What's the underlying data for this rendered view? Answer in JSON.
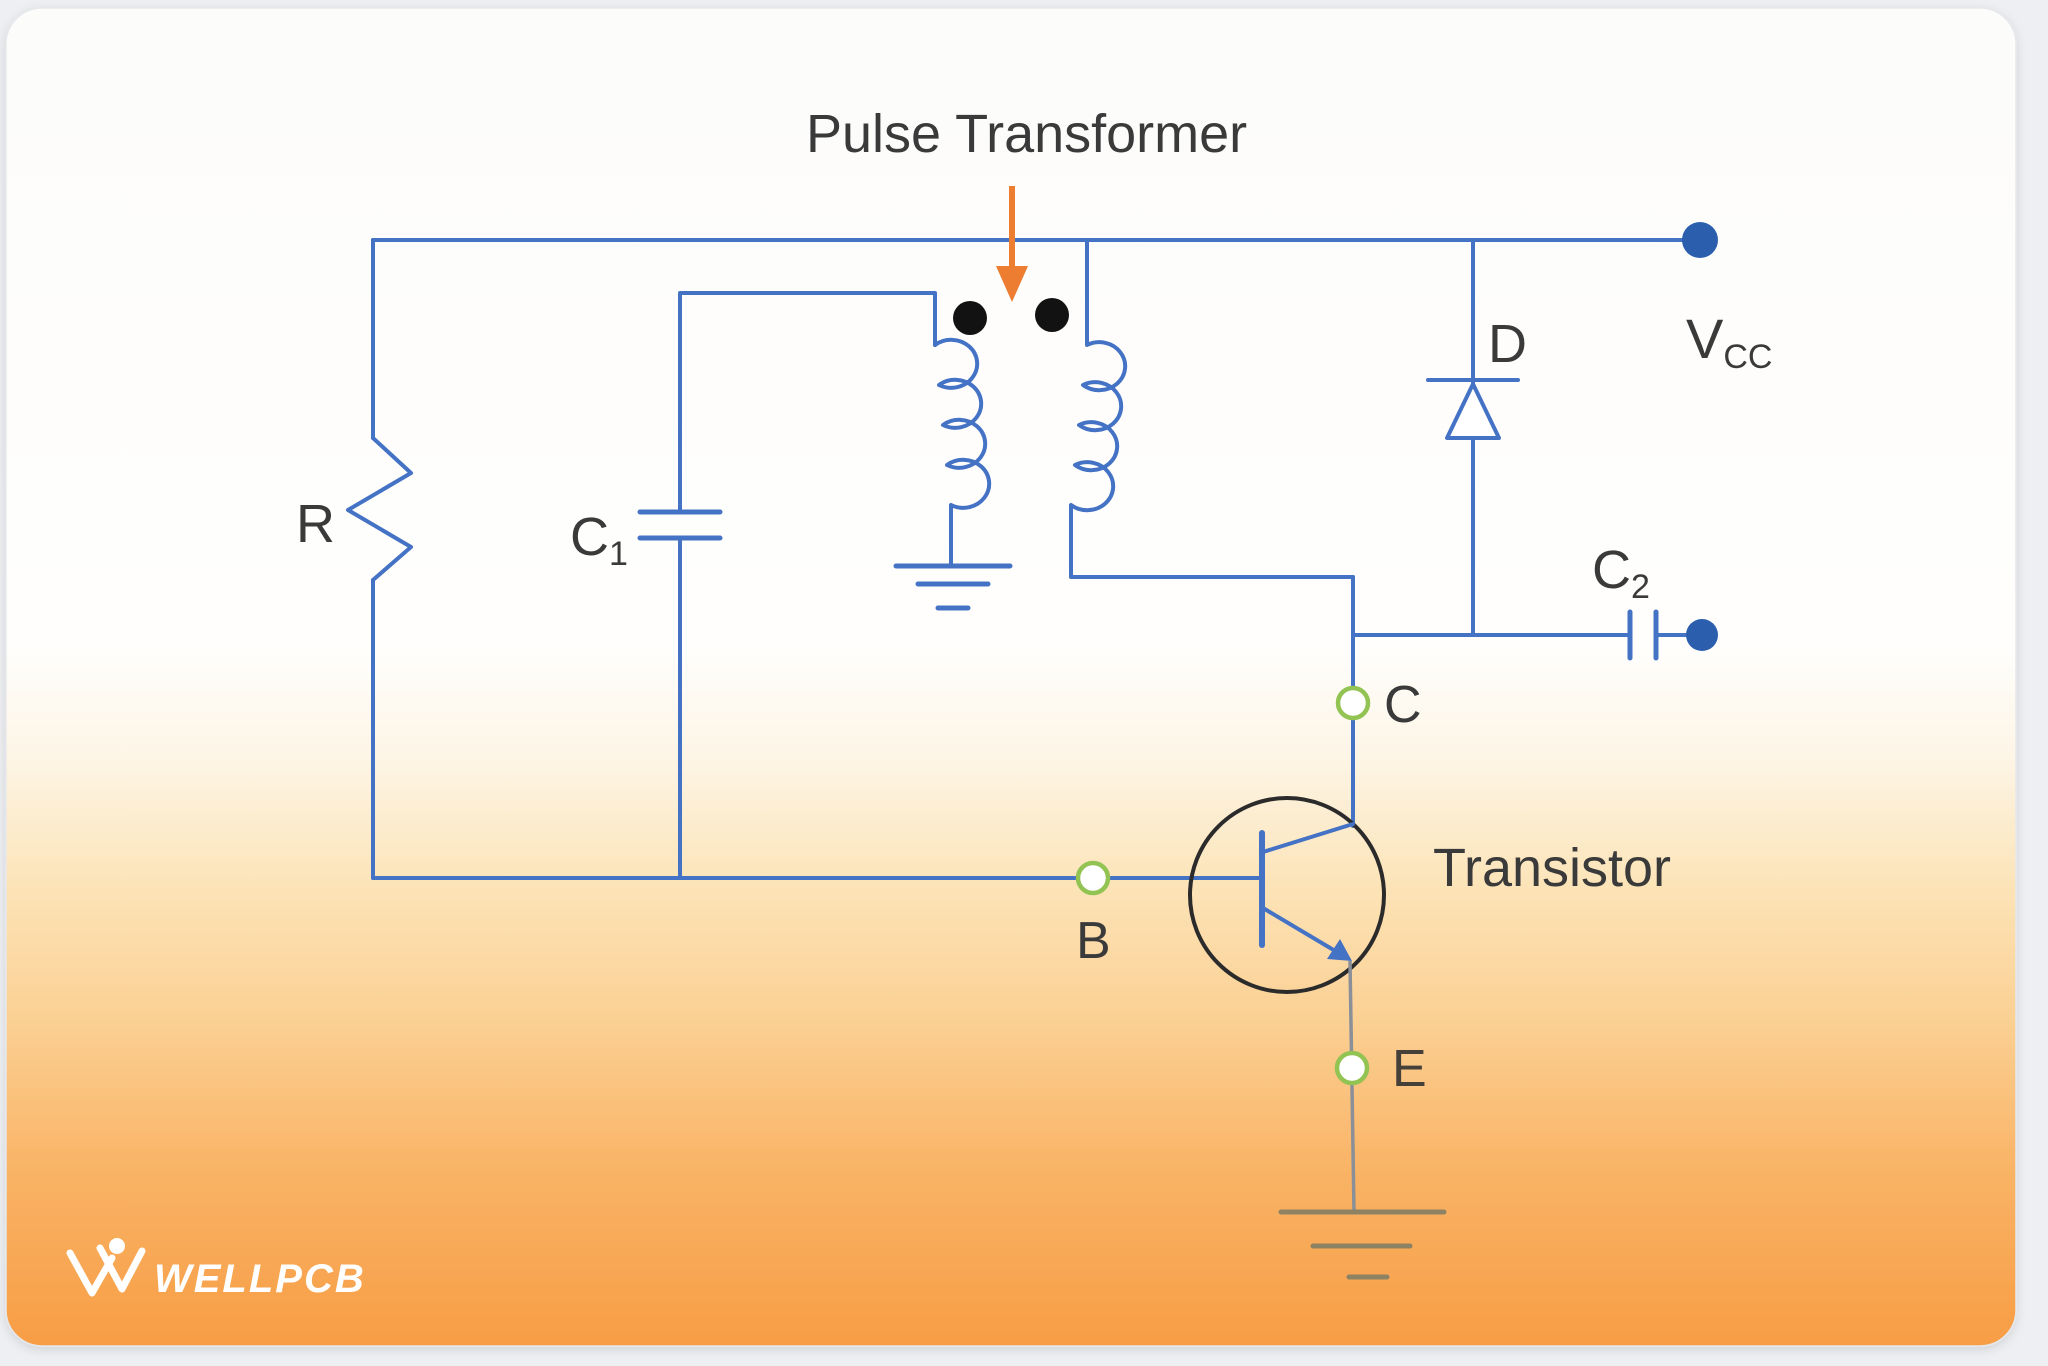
{
  "diagram": {
    "title": "Pulse Transformer",
    "transistor_label": "Transistor",
    "component_labels": {
      "resistor": "R",
      "capacitor1": {
        "main": "C",
        "sub": "1"
      },
      "capacitor2": {
        "main": "C",
        "sub": "2"
      },
      "diode": "D",
      "supply": {
        "main": "V",
        "sub": "CC"
      },
      "terminal_collector": "C",
      "terminal_base": "B",
      "terminal_emitter": "E"
    },
    "colors": {
      "wire_blue": "#4472C4",
      "arrow_orange": "#ED7D31",
      "terminal_green": "#92C353",
      "node_blue": "#2B5FAD",
      "polarity_dot_black": "#121212",
      "label_text": "#3A3A3A",
      "transistor_outline": "#2B2B2B",
      "emitter_wire_gray": "#8A8F98",
      "ground_tan": "#8E8265",
      "card_bottom_orange": "#F79D45"
    }
  },
  "footer": {
    "logo_text": "WELLPCB"
  }
}
